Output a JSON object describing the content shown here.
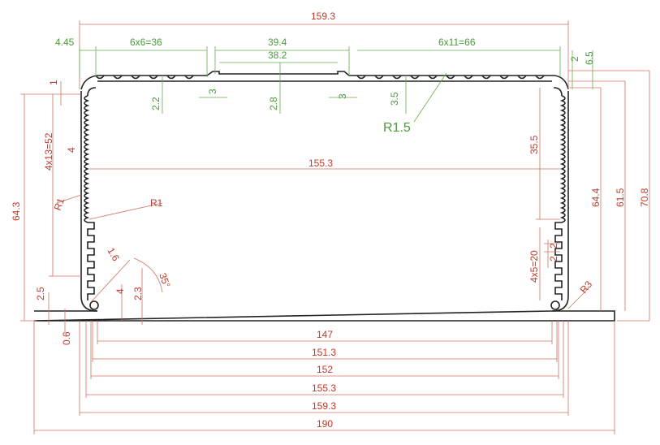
{
  "colors": {
    "dimension_red": "#c0392b",
    "dimension_green": "#4a9a3a",
    "outline": "#222222"
  },
  "labels": {
    "top_overall": "159.3",
    "top_left_offset": "4.45",
    "top_left_grooves": "6x6=36",
    "top_center_outer": "39.4",
    "top_center_inner": "38.2",
    "top_right_grooves": "6x11=66",
    "top_right_small_a": "2",
    "top_right_small_b": "6.5",
    "left_small_1": "1",
    "left_grooves": "4x13=52",
    "left_pitch": "4",
    "left_radius": "R1",
    "inner_radius": "R1",
    "left_height": "64.3",
    "left_base": "2.5",
    "left_foot": "0.6",
    "top_depth_a": "2.2",
    "top_step_a": "3",
    "top_depth_b": "2.8",
    "top_step_b": "3",
    "top_depth_c": "3.5",
    "top_radius": "R1.5",
    "inner_width": "155.3",
    "right_35_5": "35.5",
    "right_61_5": "61.5",
    "right_64_4": "64.4",
    "right_70_8": "70.8",
    "right_grooves": "4x5=20",
    "right_small_a": "2",
    "right_small_b": "2",
    "right_radius": "R3",
    "slot_1_6": "1.6",
    "slot_4": "4",
    "slot_2_3": "2.3",
    "slot_angle": "35°",
    "bottom_147": "147",
    "bottom_151_3": "151.3",
    "bottom_152": "152",
    "bottom_155_3": "155.3",
    "bottom_159_3": "159.3",
    "bottom_190": "190"
  }
}
